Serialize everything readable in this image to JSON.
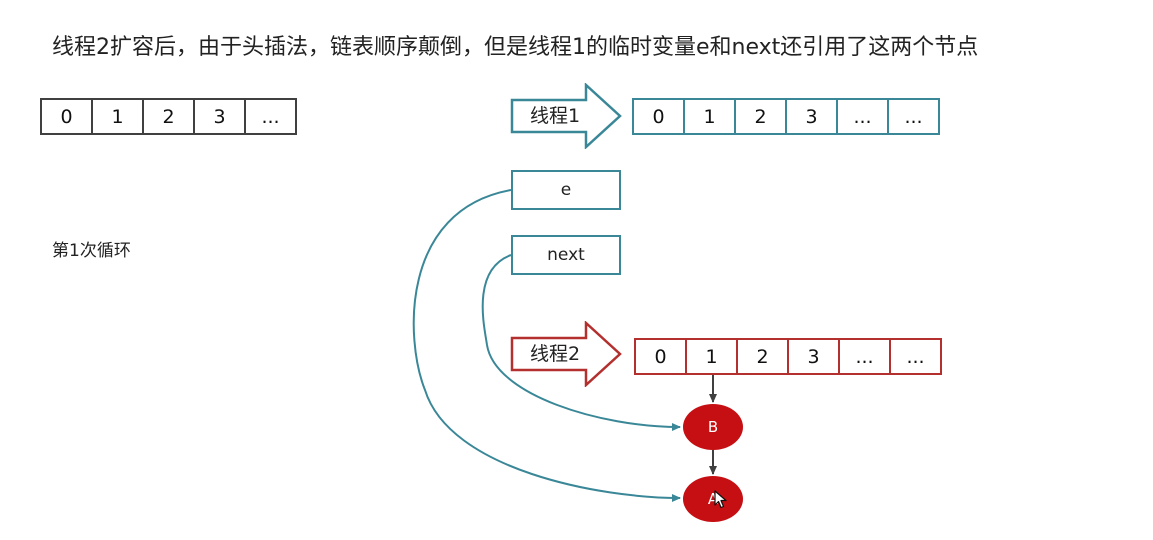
{
  "heading": "线程2扩容后，由于头插法，链表顺序颠倒，但是线程1的临时变量e和next还引用了这两个节点",
  "loop_label": "第1次循环",
  "base_array": [
    "0",
    "1",
    "2",
    "3",
    "..."
  ],
  "thread1": {
    "label": "线程1",
    "array": [
      "0",
      "1",
      "2",
      "3",
      "...",
      "..."
    ],
    "color": "#3a8798"
  },
  "thread2": {
    "label": "线程2",
    "array": [
      "0",
      "1",
      "2",
      "3",
      "...",
      "..."
    ],
    "color": "#b3302e"
  },
  "variables": {
    "e": "e",
    "next": "next"
  },
  "nodes": {
    "B": "B",
    "A": "A",
    "fill": "#c50f12"
  }
}
